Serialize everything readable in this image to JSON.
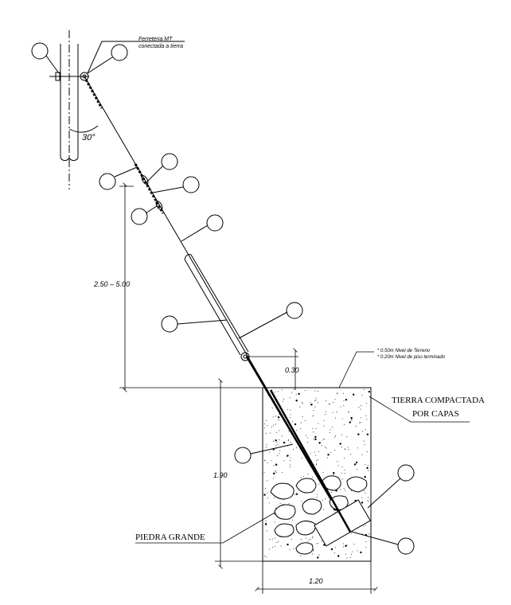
{
  "labels": {
    "hardware_note_1": "Ferreteria MT",
    "hardware_note_2": "conectada a tierra",
    "angle": "30°",
    "guy_height": "2.50 – 5.00",
    "rod_offset": "0.30",
    "level_note_1": "* 0.50m Nivel de Terreno",
    "level_note_2": "* 0.20m Nivel de piso terminado",
    "backfill_1": "TIERRA COMPACTADA",
    "backfill_2": "POR CAPAS",
    "depth": "1.90",
    "width": "1.20",
    "stone": "PIEDRA GRANDE"
  }
}
